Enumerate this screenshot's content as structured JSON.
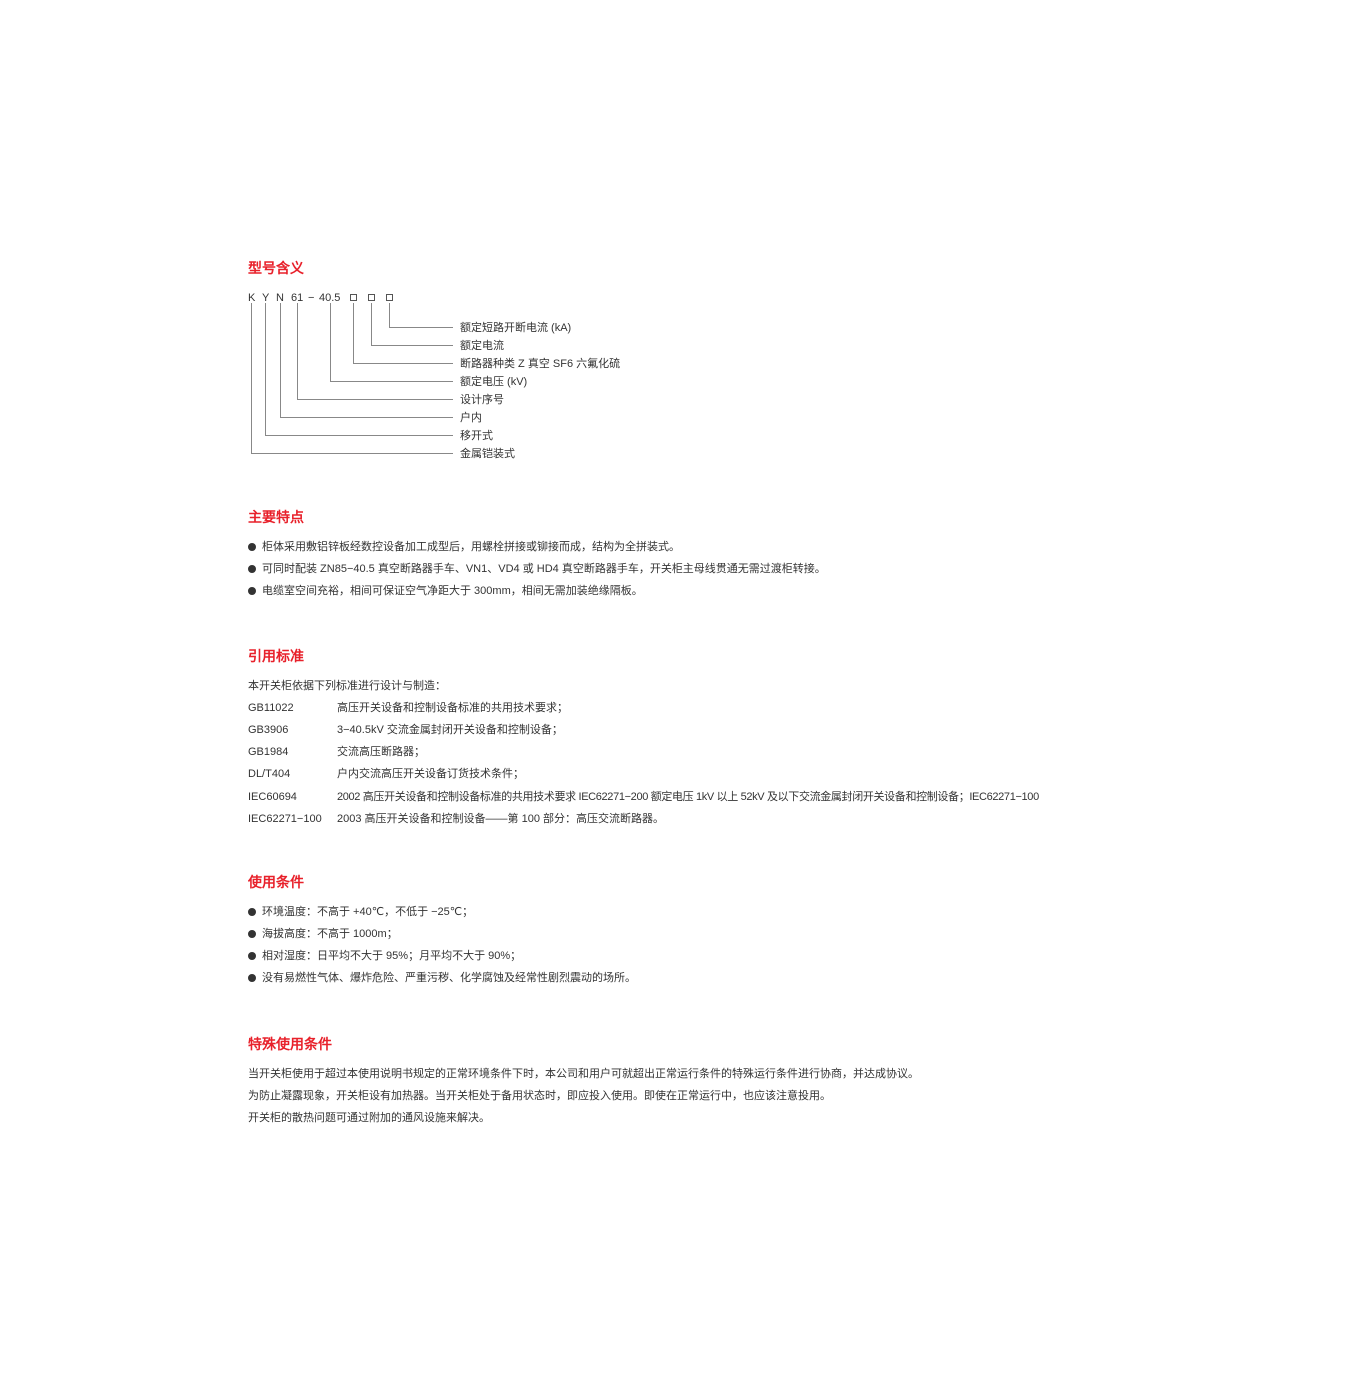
{
  "model": {
    "title": "型号含义",
    "code_parts": [
      "K",
      "Y",
      "N",
      "61",
      "−",
      "40.5"
    ],
    "labels": [
      "额定短路开断电流 (kA)",
      "额定电流",
      "断路器种类 Z 真空 SF6 六氟化硫",
      "额定电压 (kV)",
      "设计序号",
      "户内",
      "移开式",
      "金属铠装式"
    ]
  },
  "features": {
    "title": "主要特点",
    "items": [
      "柜体采用敷铝锌板经数控设备加工成型后，用螺栓拼接或铆接而成，结构为全拼装式。",
      "可同时配装 ZN85−40.5 真空断路器手车、VN1、VD4 或 HD4 真空断路器手车，开关柜主母线贯通无需过渡柜转接。",
      "电缆室空间充裕，相间可保证空气净距大于 300mm，相间无需加装绝缘隔板。"
    ]
  },
  "standards": {
    "title": "引用标准",
    "intro": "本开关柜依据下列标准进行设计与制造：",
    "rows": [
      {
        "code": "GB11022",
        "desc": "高压开关设备和控制设备标准的共用技术要求；"
      },
      {
        "code": "GB3906",
        "desc": "3−40.5kV 交流金属封闭开关设备和控制设备；"
      },
      {
        "code": "GB1984",
        "desc": "交流高压断路器；"
      },
      {
        "code": "DL/T404",
        "desc": "户内交流高压开关设备订货技术条件；"
      },
      {
        "code": "IEC60694",
        "desc": "2002 高压开关设备和控制设备标准的共用技术要求 IEC62271−200 额定电压 1kV 以上 52kV 及以下交流金属封闭开关设备和控制设备；IEC62271−100"
      },
      {
        "code": "IEC62271−100",
        "desc": "2003 高压开关设备和控制设备——第 100 部分：高压交流断路器。"
      }
    ]
  },
  "conditions": {
    "title": "使用条件",
    "items": [
      "环境温度：不高于 +40℃，不低于 −25℃；",
      "海拔高度：不高于 1000m；",
      "相对湿度：日平均不大于 95%；月平均不大于 90%；",
      "没有易燃性气体、爆炸危险、严重污秽、化学腐蚀及经常性剧烈震动的场所。"
    ]
  },
  "special": {
    "title": "特殊使用条件",
    "paragraphs": [
      "当开关柜使用于超过本使用说明书规定的正常环境条件下时，本公司和用户可就超出正常运行条件的特殊运行条件进行协商，并达成协议。",
      "为防止凝露现象，开关柜设有加热器。当开关柜处于备用状态时，即应投入使用。即使在正常运行中，也应该注意投用。",
      "开关柜的散热问题可通过附加的通风设施来解决。"
    ]
  }
}
